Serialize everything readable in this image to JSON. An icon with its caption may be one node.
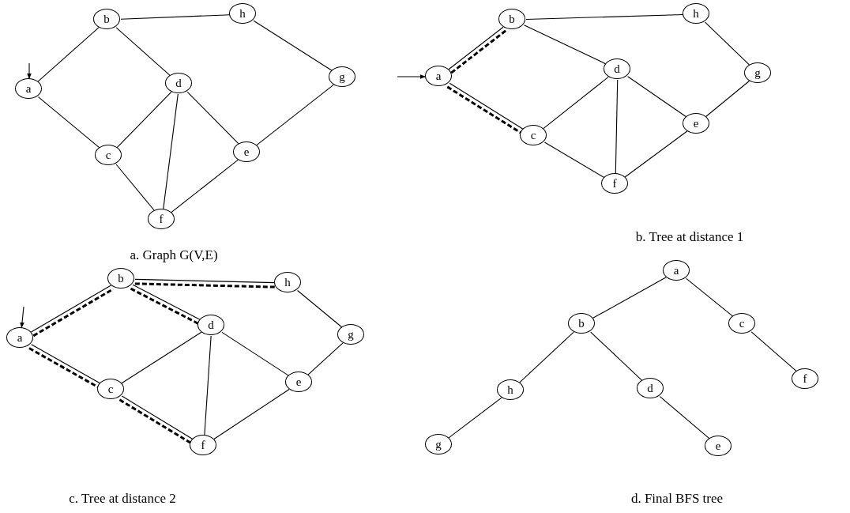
{
  "diagram": {
    "nodes": [
      {
        "text": [
          "b"
        ]
      },
      {
        "text": [
          "h"
        ]
      },
      {
        "text": [
          "a"
        ]
      },
      {
        "text": [
          "d"
        ]
      },
      {
        "text": [
          "g"
        ]
      },
      {
        "text": [
          "c"
        ]
      },
      {
        "text": [
          "e"
        ]
      },
      {
        "text": [
          "f"
        ]
      },
      {
        "text": [
          "b"
        ]
      },
      {
        "text": [
          "h"
        ]
      },
      {
        "text": [
          "a"
        ]
      },
      {
        "text": [
          "d"
        ]
      },
      {
        "text": [
          "g"
        ]
      },
      {
        "text": [
          "c"
        ]
      },
      {
        "text": [
          "e"
        ]
      },
      {
        "text": [
          "f"
        ]
      },
      {
        "text": [
          "b"
        ]
      },
      {
        "text": [
          "h"
        ]
      },
      {
        "text": [
          "a"
        ]
      },
      {
        "text": [
          "d"
        ]
      },
      {
        "text": [
          "g"
        ]
      },
      {
        "text": [
          "c"
        ]
      },
      {
        "text": [
          "e"
        ]
      },
      {
        "text": [
          "f"
        ]
      },
      {
        "text": [
          "a"
        ]
      },
      {
        "text": [
          "b"
        ]
      },
      {
        "text": [
          "c"
        ]
      },
      {
        "text": [
          "h"
        ]
      },
      {
        "text": [
          "d"
        ]
      },
      {
        "text": [
          "f"
        ]
      },
      {
        "text": [
          "g"
        ]
      },
      {
        "text": [
          "e"
        ]
      }
    ],
    "edges": [
      {
        "from": 2,
        "to": 0,
        "arrow": "none"
      },
      {
        "from": 0,
        "to": 1,
        "arrow": "none"
      },
      {
        "from": 0,
        "to": 3,
        "arrow": "none"
      },
      {
        "from": 2,
        "to": 5,
        "arrow": "none"
      },
      {
        "from": 3,
        "to": 5,
        "arrow": "none"
      },
      {
        "from": 3,
        "to": 7,
        "arrow": "none"
      },
      {
        "from": 3,
        "to": 6,
        "arrow": "none"
      },
      {
        "from": 5,
        "to": 7,
        "arrow": "none"
      },
      {
        "from": 6,
        "to": 7,
        "arrow": "none"
      },
      {
        "from": 1,
        "to": 4,
        "arrow": "none"
      },
      {
        "from": 4,
        "to": 6,
        "arrow": "none"
      },
      {
        "from": null,
        "to": 2,
        "arrow": "to"
      },
      {
        "from": 10,
        "to": 8,
        "arrow": "none"
      },
      {
        "from": 8,
        "to": 9,
        "arrow": "none"
      },
      {
        "from": 8,
        "to": 11,
        "arrow": "none"
      },
      {
        "from": 10,
        "to": 13,
        "arrow": "none"
      },
      {
        "from": 11,
        "to": 13,
        "arrow": "none"
      },
      {
        "from": 11,
        "to": 15,
        "arrow": "none"
      },
      {
        "from": 11,
        "to": 14,
        "arrow": "none"
      },
      {
        "from": 13,
        "to": 15,
        "arrow": "none"
      },
      {
        "from": 14,
        "to": 15,
        "arrow": "none"
      },
      {
        "from": 9,
        "to": 12,
        "arrow": "none"
      },
      {
        "from": 12,
        "to": 14,
        "arrow": "none"
      },
      {
        "from": null,
        "to": 10,
        "arrow": "to"
      },
      {
        "from": 10,
        "to": 8,
        "arrow": "none",
        "style": "dashed"
      },
      {
        "from": 10,
        "to": 13,
        "arrow": "none",
        "style": "dashed"
      },
      {
        "from": 18,
        "to": 16,
        "arrow": "none"
      },
      {
        "from": 16,
        "to": 17,
        "arrow": "none"
      },
      {
        "from": 16,
        "to": 19,
        "arrow": "none"
      },
      {
        "from": 18,
        "to": 21,
        "arrow": "none"
      },
      {
        "from": 19,
        "to": 21,
        "arrow": "none"
      },
      {
        "from": 19,
        "to": 23,
        "arrow": "none"
      },
      {
        "from": 19,
        "to": 22,
        "arrow": "none"
      },
      {
        "from": 21,
        "to": 23,
        "arrow": "none"
      },
      {
        "from": 22,
        "to": 23,
        "arrow": "none"
      },
      {
        "from": 17,
        "to": 20,
        "arrow": "none"
      },
      {
        "from": 20,
        "to": 22,
        "arrow": "none"
      },
      {
        "from": null,
        "to": 18,
        "arrow": "to"
      },
      {
        "from": 18,
        "to": 16,
        "arrow": "none",
        "style": "dashed"
      },
      {
        "from": 18,
        "to": 21,
        "arrow": "none",
        "style": "dashed"
      },
      {
        "from": 16,
        "to": 17,
        "arrow": "none",
        "style": "dashed"
      },
      {
        "from": 16,
        "to": 19,
        "arrow": "none",
        "style": "dashed"
      },
      {
        "from": 21,
        "to": 23,
        "arrow": "none",
        "style": "dashed"
      },
      {
        "from": 24,
        "to": 25,
        "arrow": "none"
      },
      {
        "from": 24,
        "to": 26,
        "arrow": "none"
      },
      {
        "from": 25,
        "to": 27,
        "arrow": "none"
      },
      {
        "from": 25,
        "to": 28,
        "arrow": "none"
      },
      {
        "from": 26,
        "to": 29,
        "arrow": "none"
      },
      {
        "from": 27,
        "to": 30,
        "arrow": "none"
      },
      {
        "from": 28,
        "to": 31,
        "arrow": "none"
      }
    ],
    "labels": [
      "a. Graph G(V,E)",
      "b. Tree at distance 1",
      "c. Tree at distance 2",
      "d. Final BFS tree"
    ]
  }
}
